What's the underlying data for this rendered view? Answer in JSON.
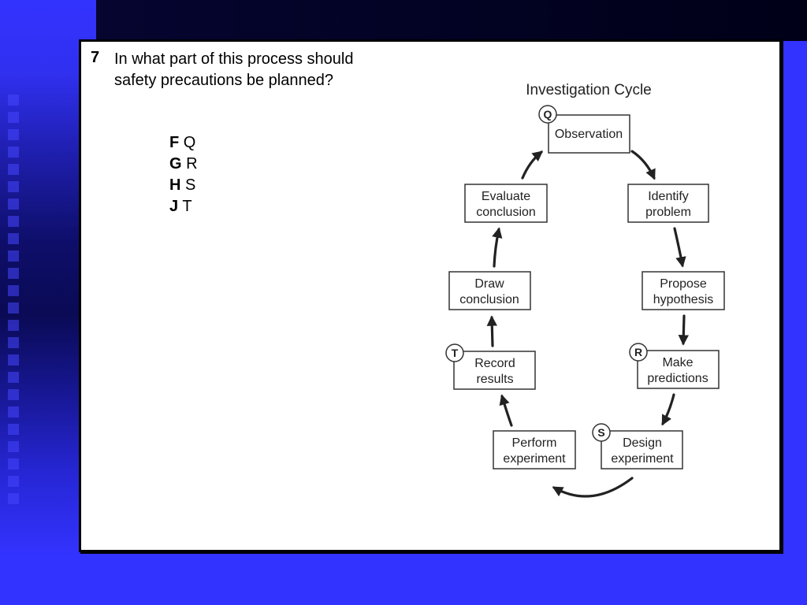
{
  "question": {
    "number": "7",
    "text": "In what part of this process should safety precautions be planned?",
    "choices": [
      {
        "letter": "F",
        "value": "Q"
      },
      {
        "letter": "G",
        "value": "R"
      },
      {
        "letter": "H",
        "value": "S"
      },
      {
        "letter": "J",
        "value": "T"
      }
    ]
  },
  "diagram": {
    "title": "Investigation Cycle",
    "nodes": {
      "observation": [
        "Observation"
      ],
      "identify": [
        "Identify",
        "problem"
      ],
      "propose": [
        "Propose",
        "hypothesis"
      ],
      "make": [
        "Make",
        "predictions"
      ],
      "design": [
        "Design",
        "experiment"
      ],
      "perform": [
        "Perform",
        "experiment"
      ],
      "record": [
        "Record",
        "results"
      ],
      "draw": [
        "Draw",
        "conclusion"
      ],
      "evaluate": [
        "Evaluate",
        "conclusion"
      ]
    },
    "markers": {
      "observation": "Q",
      "make": "R",
      "design": "S",
      "record": "T"
    }
  }
}
